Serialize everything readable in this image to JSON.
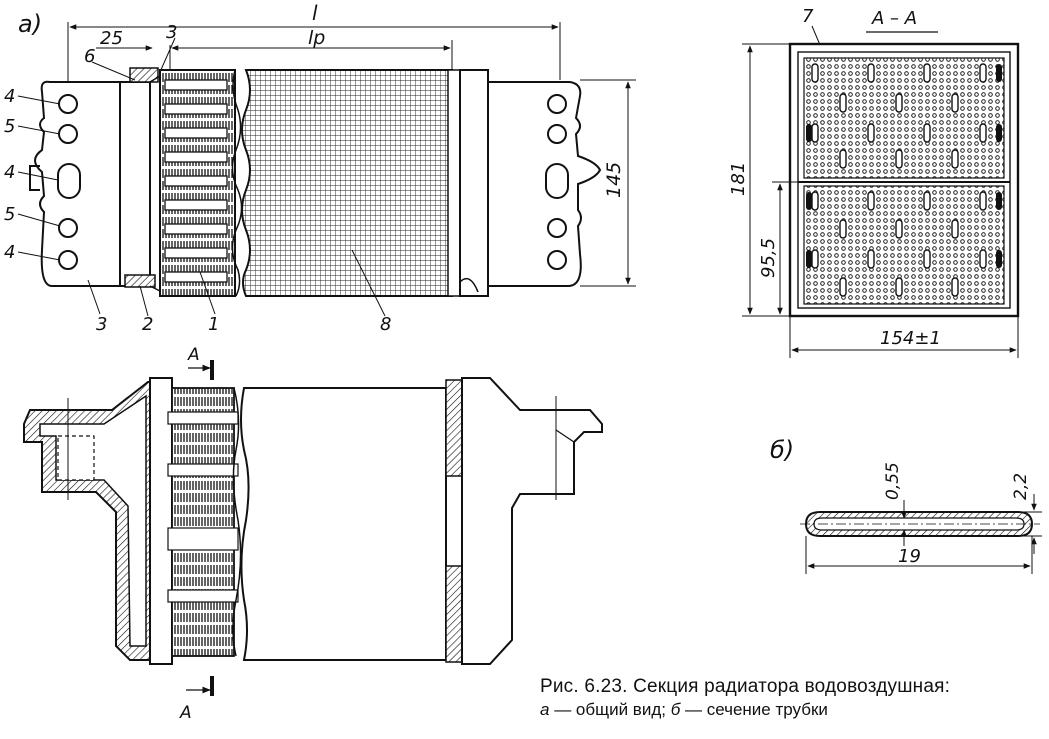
{
  "panel_labels": {
    "a": "а)",
    "b": "б)"
  },
  "dimensions": {
    "overall_length": "l",
    "working_length": "lр",
    "offset": "25",
    "height_right": "145",
    "section_height": "181",
    "section_half": "95,5",
    "section_width": "154±1",
    "tube_wall": "0,55",
    "tube_thickness": "2,2",
    "tube_width": "19"
  },
  "callouts": {
    "c1": "1",
    "c2": "2",
    "c3a": "3",
    "c3b": "3",
    "c4a": "4",
    "c4b": "4",
    "c4c": "4",
    "c5a": "5",
    "c5b": "5",
    "c6": "6",
    "c7": "7",
    "c8": "8"
  },
  "section": {
    "title": "А – А",
    "marker_top": "А",
    "marker_bottom": "А"
  },
  "caption": {
    "line1": "Рис. 6.23. Секция радиатора водовоздушная:",
    "line2_a": "а",
    "line2_a_text": " — общий вид; ",
    "line2_b": "б",
    "line2_b_text": " — сечение трубки"
  }
}
